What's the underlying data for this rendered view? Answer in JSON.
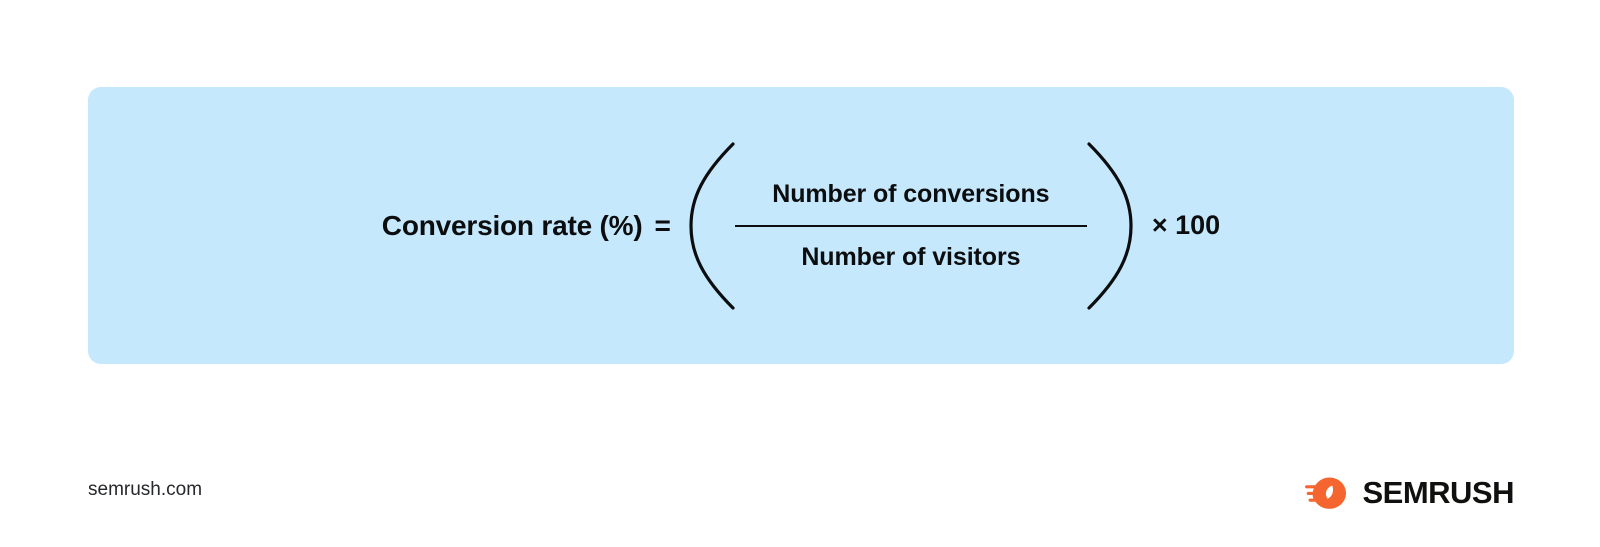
{
  "page": {
    "background_color": "#ffffff"
  },
  "formula_panel": {
    "background_color": "#c6e8fd",
    "equation": {
      "left_hand_side": "Conversion rate (%)",
      "equals": "=",
      "open_paren": "(",
      "numerator": "Number of conversions",
      "denominator": "Number of visitors",
      "close_paren": ")",
      "multiplier": "× 100"
    }
  },
  "footer": {
    "site_url": "semrush.com",
    "brand": {
      "wordmark": "SEMRUSH",
      "mark_icon": "semrush-comet-icon",
      "accent_color": "#f4652f",
      "text_color": "#10100f"
    }
  }
}
